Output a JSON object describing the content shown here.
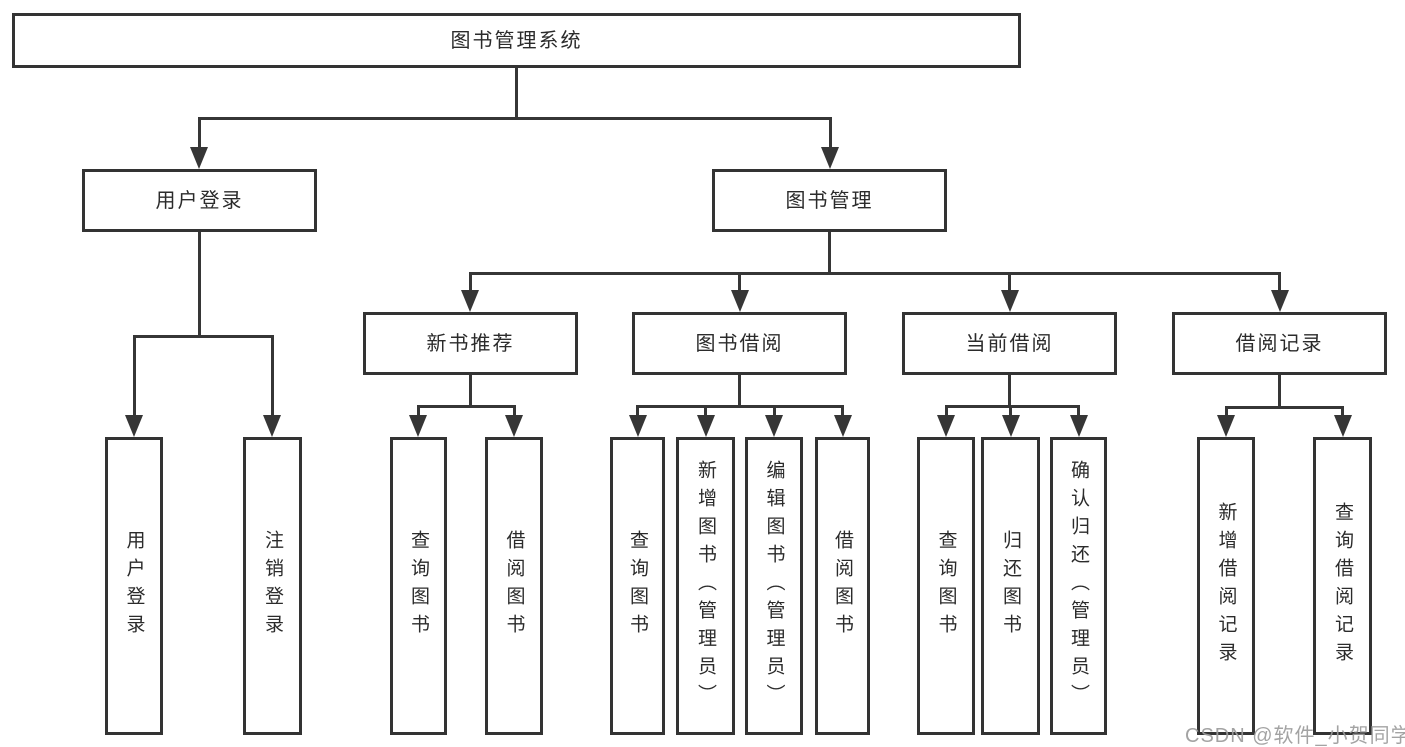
{
  "diagram": {
    "type": "tree-structure-chart",
    "root_label": "图书管理系统",
    "nodes": [
      {
        "id": "root",
        "label": "图书管理系统",
        "parent": null
      },
      {
        "id": "user-login",
        "label": "用户登录",
        "parent": "root"
      },
      {
        "id": "book-mgmt",
        "label": "图书管理",
        "parent": "root"
      },
      {
        "id": "ul-login",
        "label": "用户登录",
        "parent": "user-login"
      },
      {
        "id": "ul-logout",
        "label": "注销登录",
        "parent": "user-login"
      },
      {
        "id": "nbr",
        "label": "新书推荐",
        "parent": "book-mgmt"
      },
      {
        "id": "bb",
        "label": "图书借阅",
        "parent": "book-mgmt"
      },
      {
        "id": "cb",
        "label": "当前借阅",
        "parent": "book-mgmt"
      },
      {
        "id": "br",
        "label": "借阅记录",
        "parent": "book-mgmt"
      },
      {
        "id": "nbr-query",
        "label": "查询图书",
        "parent": "nbr"
      },
      {
        "id": "nbr-borrow",
        "label": "借阅图书",
        "parent": "nbr"
      },
      {
        "id": "bb-query",
        "label": "查询图书",
        "parent": "bb"
      },
      {
        "id": "bb-add",
        "label": "新增图书（管理员）",
        "parent": "bb"
      },
      {
        "id": "bb-edit",
        "label": "编辑图书（管理员）",
        "parent": "bb"
      },
      {
        "id": "bb-borrow",
        "label": "借阅图书",
        "parent": "bb"
      },
      {
        "id": "cb-query",
        "label": "查询图书",
        "parent": "cb"
      },
      {
        "id": "cb-return",
        "label": "归还图书",
        "parent": "cb"
      },
      {
        "id": "cb-confirm",
        "label": "确认归还（管理员）",
        "parent": "cb"
      },
      {
        "id": "br-add",
        "label": "新增借阅记录",
        "parent": "br"
      },
      {
        "id": "br-query",
        "label": "查询借阅记录",
        "parent": "br"
      }
    ],
    "colors": {
      "line": "#363636",
      "box_border": "#333333",
      "text": "#2b2b2b",
      "background": "#ffffff",
      "watermark": "#9c9c9c"
    }
  },
  "watermark": {
    "text": "CSDN @软件_小贺同学"
  }
}
